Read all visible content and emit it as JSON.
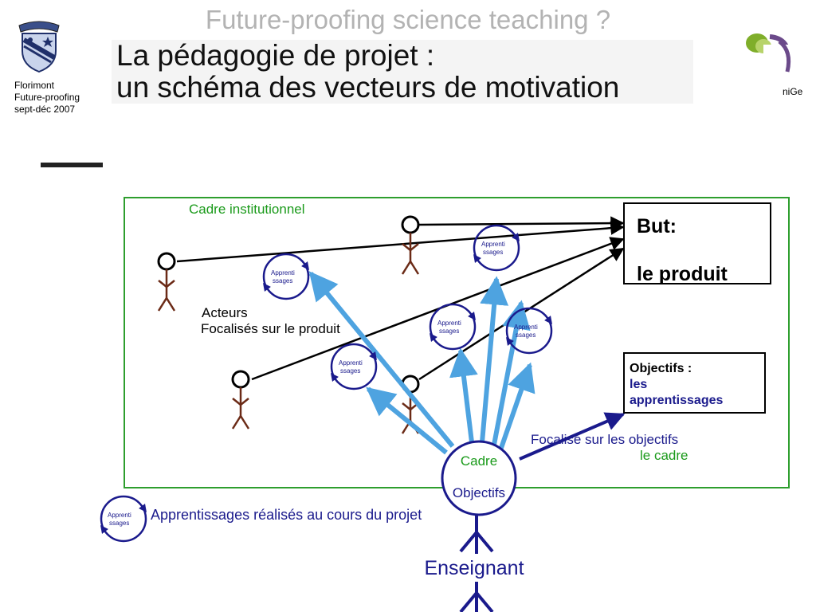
{
  "header": {
    "overlay_title": "Future-proofing science teaching ?",
    "title_line1": "La pédagogie de projet :",
    "title_line2": "un schéma des vecteurs de motivation",
    "school_line1": "Florimont",
    "school_line2": "Future-proofing",
    "school_line3": "sept-déc  2007",
    "right_logo_text": "niGe"
  },
  "diagram": {
    "frame_label": "Cadre institutionnel",
    "goal_line1": "But:",
    "goal_line2": "le produit",
    "objectives_line1": "Objectifs :",
    "objectives_line2": "les",
    "objectives_line3": "apprentissages",
    "actors_line1": "Acteurs",
    "actors_line2": "Focalisés sur le produit",
    "teacher_focus_line1": "Focalise sur les objectifs",
    "teacher_focus_line2": "le cadre",
    "teacher_circle_line1": "Cadre",
    "teacher_circle_line2": "Objectifs",
    "teacher_label": "Enseignant",
    "learning_cycle_line1": "Apprenti",
    "learning_cycle_line2": "ssages",
    "legend_text": "Apprentissages réalisés au cours du projet"
  },
  "colors": {
    "frame_green": "#2e9e2e",
    "label_green": "#1a9a1a",
    "navy": "#1a1a8c",
    "arrow_blue": "#4ea3e0",
    "actor_brown": "#6b2a16",
    "black": "#000000"
  }
}
